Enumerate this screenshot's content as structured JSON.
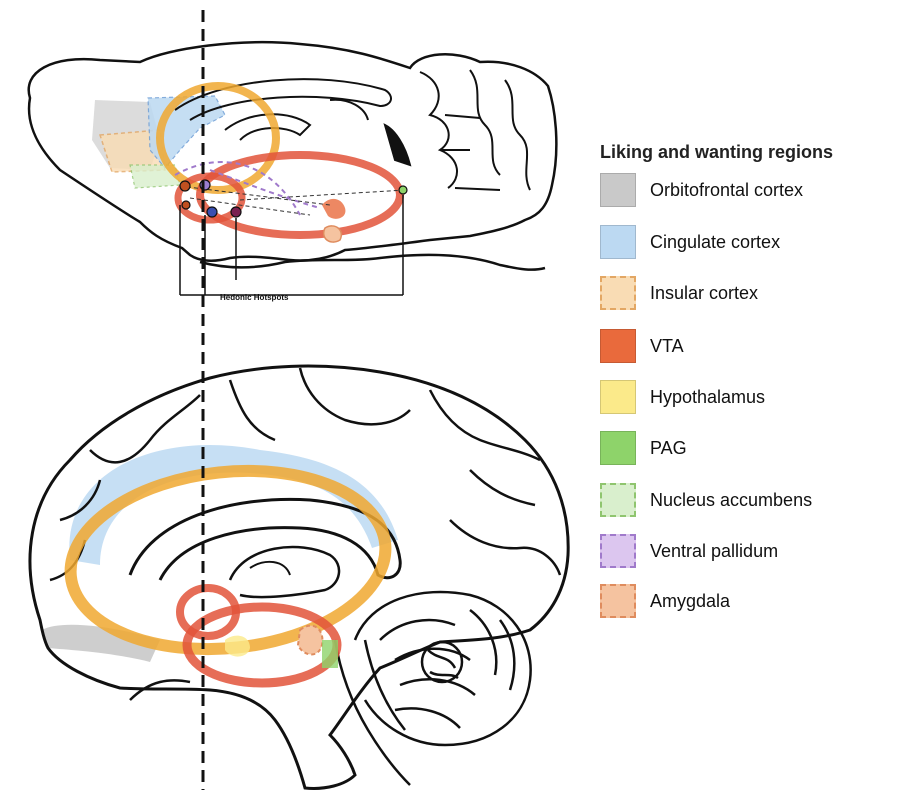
{
  "legend": {
    "title": "Liking and wanting regions",
    "items": [
      {
        "label": "Orbitofrontal cortex",
        "color": "#c9c9c9",
        "style": "solid",
        "icon": "orbitofrontal-cortex-swatch"
      },
      {
        "label": "Cingulate cortex",
        "color": "#bcd9f2",
        "style": "solid",
        "icon": "cingulate-cortex-swatch"
      },
      {
        "label": "Insular cortex",
        "color": "#f9dcb4",
        "style": "dashed",
        "border": "#e3a764",
        "icon": "insular-cortex-swatch"
      },
      {
        "label": "VTA",
        "color": "#e96a3c",
        "style": "solid",
        "icon": "vta-swatch"
      },
      {
        "label": "Hypothalamus",
        "color": "#fbea8a",
        "style": "solid",
        "icon": "hypothalamus-swatch"
      },
      {
        "label": "PAG",
        "color": "#8ed36a",
        "style": "solid",
        "icon": "pag-swatch"
      },
      {
        "label": "Nucleus accumbens",
        "color": "#d9efcd",
        "style": "dashed",
        "border": "#8fc56f",
        "icon": "nucleus-accumbens-swatch"
      },
      {
        "label": "Ventral pallidum",
        "color": "#dcc6ef",
        "style": "dashed",
        "border": "#a07acb",
        "icon": "ventral-pallidum-swatch"
      },
      {
        "label": "Amygdala",
        "color": "#f5c3a0",
        "style": "dashed",
        "border": "#df8c5e",
        "icon": "amygdala-swatch"
      }
    ]
  },
  "rodent": {
    "hotspot_label": "Hedonic Hotspots"
  },
  "colors": {
    "orange_loop": "#f0a830",
    "red_loop": "#e2533a",
    "outline": "#111111",
    "dashed_line": "#111111"
  }
}
